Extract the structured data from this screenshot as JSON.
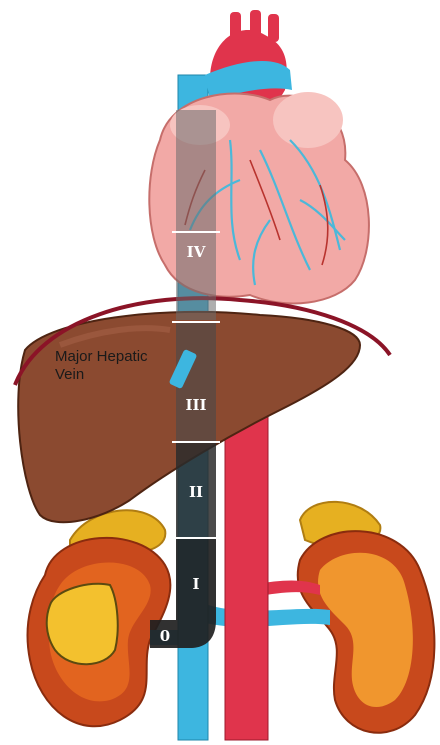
{
  "diagram": {
    "annotation": {
      "line1": "Major Hepatic",
      "line2": "Vein"
    },
    "levels": [
      {
        "id": "0",
        "label": "0"
      },
      {
        "id": "I",
        "label": "I"
      },
      {
        "id": "II",
        "label": "II"
      },
      {
        "id": "III",
        "label": "III"
      },
      {
        "id": "IV",
        "label": "IV"
      }
    ],
    "colors": {
      "ivc": "#3db6e0",
      "aorta": "#e0344c",
      "heart": "#f2a9a6",
      "heart_vessels": "#4bb8d9",
      "liver": "#8b4a30",
      "diaphragm_line": "#8b1427",
      "kidney_outer": "#c8491c",
      "kidney_inner": "#f0962e",
      "adrenal": "#e6b021",
      "tumor_thrombus_overlay": "#2b2b2b",
      "level_divider": "#ffffff"
    }
  }
}
